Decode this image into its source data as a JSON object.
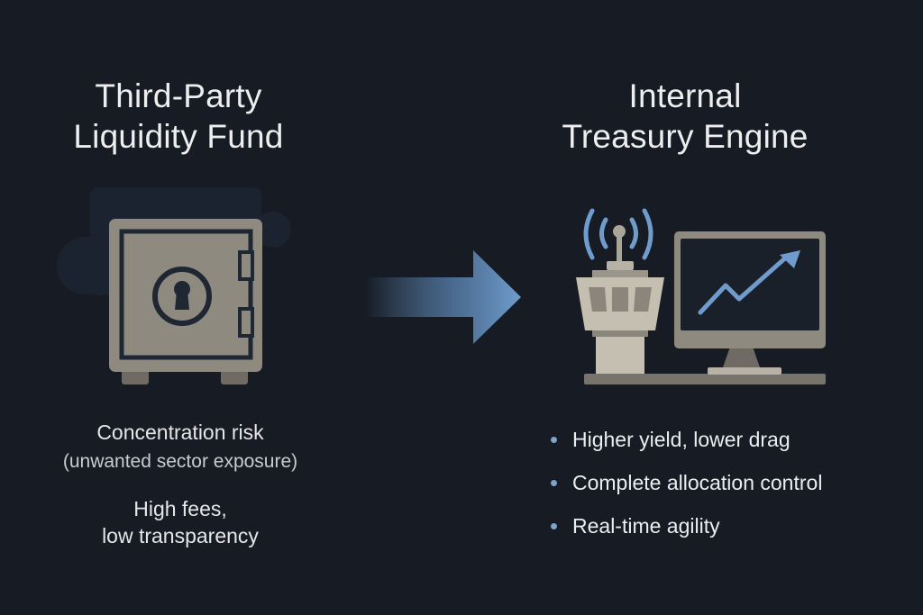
{
  "left": {
    "title_line1": "Third-Party",
    "title_line2": "Liquidity Fund",
    "icon": "safe-icon",
    "points": [
      "Concentration risk",
      "(unwanted sector exposure)",
      "High fees,",
      "low transparency"
    ]
  },
  "arrow": {
    "icon": "arrow-right-icon",
    "color": "#6f9ccc"
  },
  "right": {
    "title_line1": "Internal",
    "title_line2": "Treasury Engine",
    "icons": [
      "control-tower-icon",
      "monitor-chart-icon"
    ],
    "bullets": [
      "Higher yield, lower drag",
      "Complete allocation control",
      "Real-time agility"
    ]
  },
  "colors": {
    "background": "#161b24",
    "icon_fill": "#8e8a80",
    "accent_blue": "#6f9ccc",
    "text": "#ecedef"
  }
}
